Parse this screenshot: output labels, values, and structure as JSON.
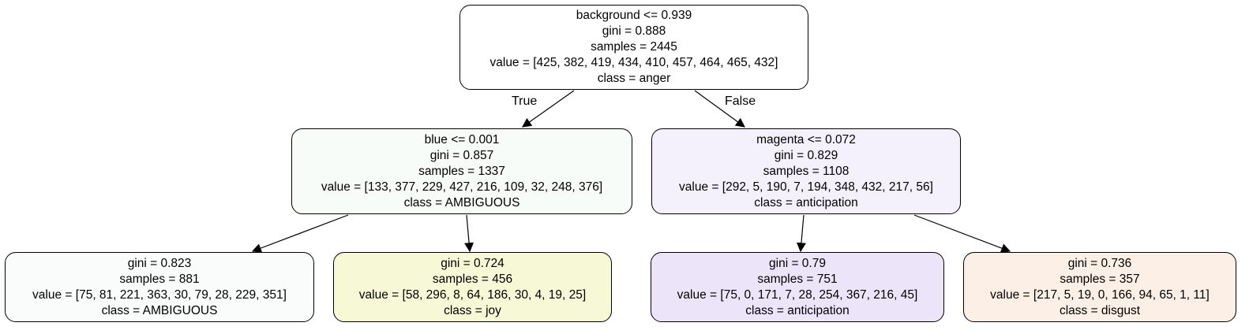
{
  "tree": {
    "edge_labels": {
      "true": "True",
      "false": "False"
    },
    "nodes": {
      "root": {
        "split": "background <= 0.939",
        "gini": "gini = 0.888",
        "samples": "samples = 2445",
        "value": "value = [425, 382, 419, 434, 410, 457, 464, 465, 432]",
        "class": "class = anger",
        "color": "#ffffff"
      },
      "left": {
        "split": "blue <= 0.001",
        "gini": "gini = 0.857",
        "samples": "samples = 1337",
        "value": "value = [133, 377, 229, 427, 216, 109, 32, 248, 376]",
        "class": "class = AMBIGUOUS",
        "color": "#f8fcf9"
      },
      "right": {
        "split": "magenta <= 0.072",
        "gini": "gini = 0.829",
        "samples": "samples = 1108",
        "value": "value = [292, 5, 190, 7, 194, 348, 432, 217, 56]",
        "class": "class = anticipation",
        "color": "#f4f1fc"
      },
      "leaf_ll": {
        "gini": "gini = 0.823",
        "samples": "samples = 881",
        "value": "value = [75, 81, 221, 363, 30, 79, 28, 229, 351]",
        "class": "class = AMBIGUOUS",
        "color": "#fafcfc"
      },
      "leaf_lr": {
        "gini": "gini = 0.724",
        "samples": "samples = 456",
        "value": "value = [58, 296, 8, 64, 186, 30, 4, 19, 25]",
        "class": "class = joy",
        "color": "#f6f8d6"
      },
      "leaf_rl": {
        "gini": "gini = 0.79",
        "samples": "samples = 751",
        "value": "value = [75, 0, 171, 7, 28, 254, 367, 216, 45]",
        "class": "class = anticipation",
        "color": "#ece4f9"
      },
      "leaf_rr": {
        "gini": "gini = 0.736",
        "samples": "samples = 357",
        "value": "value = [217, 5, 19, 0, 166, 94, 65, 1, 11]",
        "class": "class = disgust",
        "color": "#fcefe5"
      }
    }
  }
}
